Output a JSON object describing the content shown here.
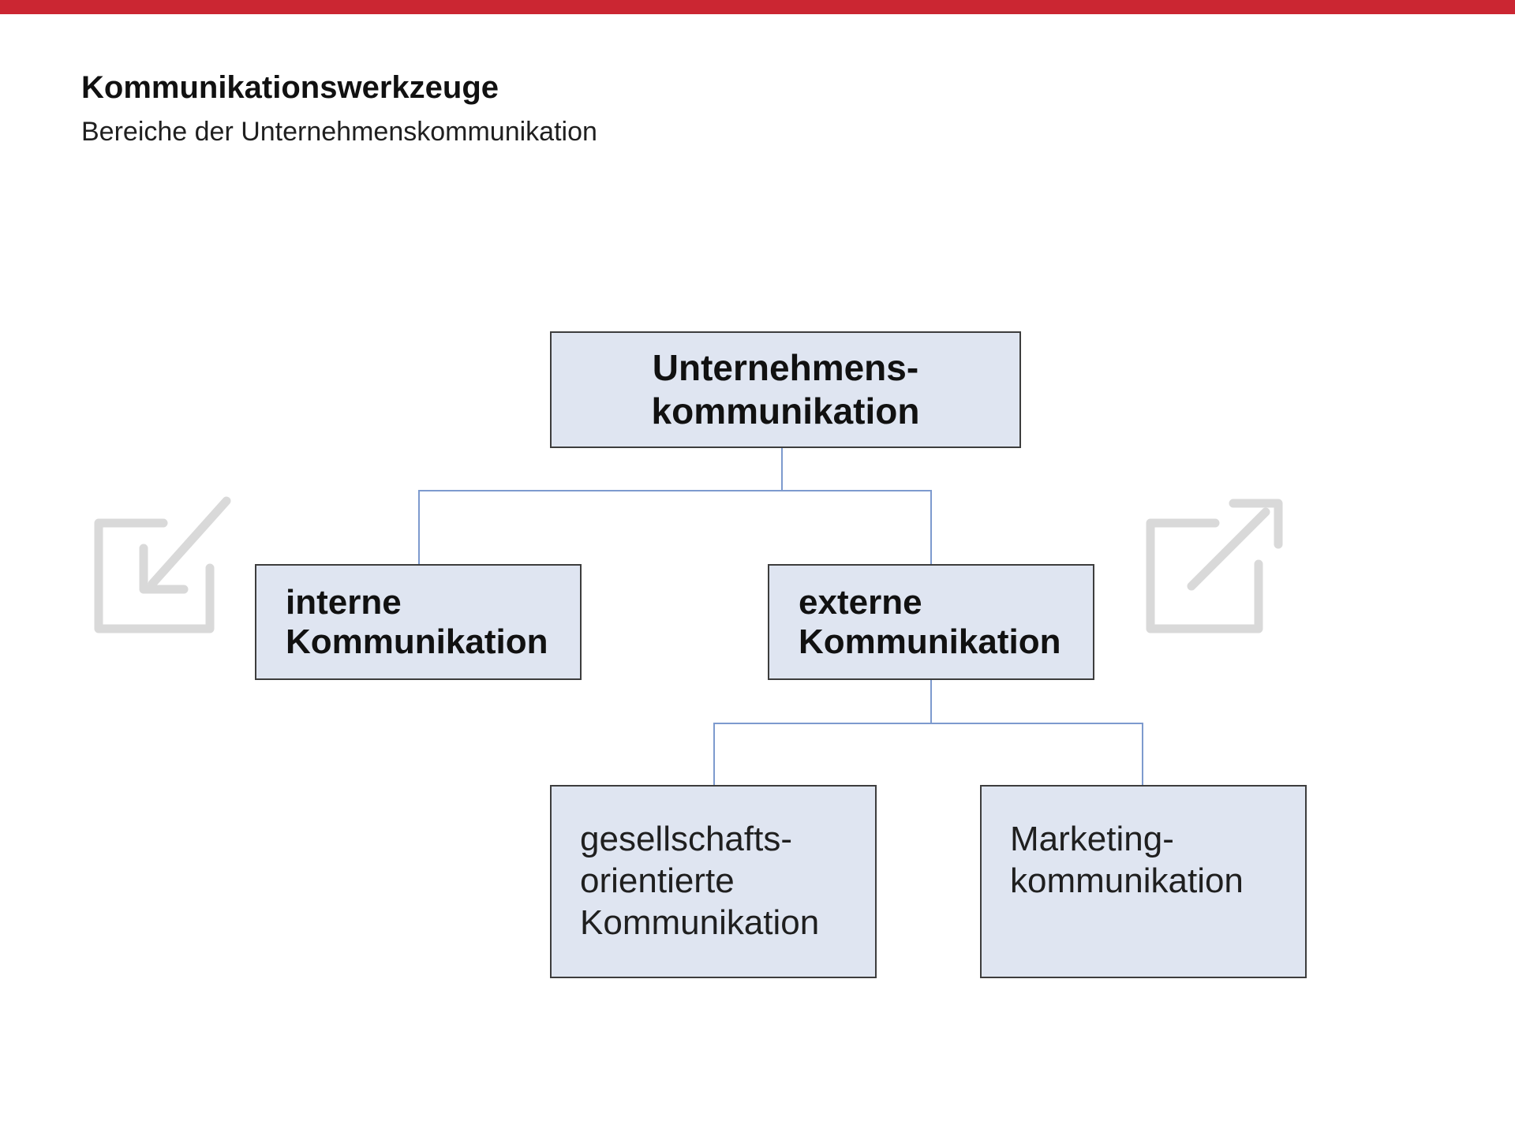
{
  "theme": {
    "accent_bar": "#cb2632",
    "box_fill": "#dfe5f1",
    "box_border": "#3d3d3d",
    "connector": "#7d9ace",
    "icon": "#d9d9d9",
    "text_strong": "#111111",
    "text_regular": "#1f1f1f"
  },
  "slide": {
    "title": "Kommunikationswerkzeuge",
    "subtitle": "Bereiche der Unternehmenskommunikation"
  },
  "diagram": {
    "nodes": {
      "root": {
        "line1": "Unternehmens-",
        "line2": "kommunikation"
      },
      "internal": {
        "line1": "interne",
        "line2": "Kommunikation"
      },
      "external": {
        "line1": "externe",
        "line2": "Kommunikation"
      },
      "societal": {
        "line1": "gesellschafts-",
        "line2": "orientierte",
        "line3": "Kommunikation"
      },
      "marketing": {
        "line1": "Marketing-",
        "line2": "kommunikation"
      }
    },
    "icons": {
      "left": "import-arrow-icon",
      "right": "external-link-icon"
    }
  }
}
